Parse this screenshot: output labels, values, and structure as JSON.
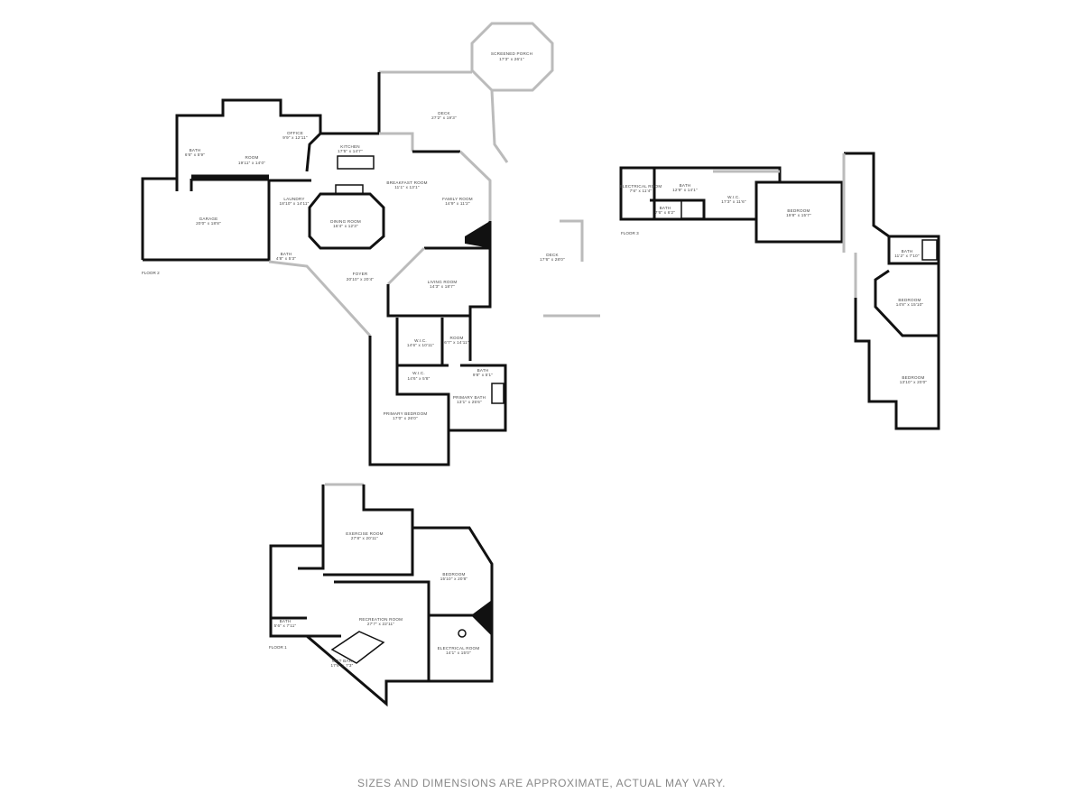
{
  "floor2": {
    "label": "FLOOR 2",
    "rooms": [
      {
        "name": "SCREENED PORCH",
        "dims": "17'3\" x 26'1\""
      },
      {
        "name": "DECK",
        "dims": "27'2\" x 19'3\""
      },
      {
        "name": "OFFICE",
        "dims": "9'9\" x 12'11\""
      },
      {
        "name": "KITCHEN",
        "dims": "17'5\" x 14'7\""
      },
      {
        "name": "ROOM",
        "dims": "19'11\" x 14'0\""
      },
      {
        "name": "BATH",
        "dims": "6'6\" x 5'9\""
      },
      {
        "name": "BREAKFAST ROOM",
        "dims": "11'1\" x 13'1\""
      },
      {
        "name": "FAMILY ROOM",
        "dims": "14'9\" x 11'2\""
      },
      {
        "name": "LAUNDRY",
        "dims": "18'10\" x 14'11\""
      },
      {
        "name": "GARAGE",
        "dims": "20'0\" x 18'8\""
      },
      {
        "name": "DINING ROOM",
        "dims": "16'4\" x 12'3\""
      },
      {
        "name": "BATH",
        "dims": "4'8\" x 5'3\""
      },
      {
        "name": "FOYER",
        "dims": "20'10\" x 20'4\""
      },
      {
        "name": "LIVING ROOM",
        "dims": "14'3\" x 18'7\""
      },
      {
        "name": "DECK",
        "dims": "17'6\" x 28'0\""
      },
      {
        "name": "W.I.C.",
        "dims": "14'6\" x 10'11\""
      },
      {
        "name": "ROOM",
        "dims": "6'7\" x 14'11\""
      },
      {
        "name": "W.I.C.",
        "dims": "14'6\" x 5'8\""
      },
      {
        "name": "BATH",
        "dims": "9'8\" x 5'1\""
      },
      {
        "name": "PRIMARY BATH",
        "dims": "13'1\" x 25'6\""
      },
      {
        "name": "PRIMARY BEDROOM",
        "dims": "17'0\" x 26'0\""
      }
    ]
  },
  "floor3": {
    "label": "FLOOR 3",
    "rooms": [
      {
        "name": "ELECTRICAL ROOM",
        "dims": "7'6\" x 11'4\""
      },
      {
        "name": "BATH",
        "dims": "12'9\" x 14'1\""
      },
      {
        "name": "W.I.C.",
        "dims": "17'3\" x 11'6\""
      },
      {
        "name": "BATH",
        "dims": "7'6\" x 6'2\""
      },
      {
        "name": "BEDROOM",
        "dims": "19'8\" x 15'7\""
      },
      {
        "name": "BATH",
        "dims": "11'2\" x 7'10\""
      },
      {
        "name": "BEDROOM",
        "dims": "14'8\" x 15'10\""
      },
      {
        "name": "BEDROOM",
        "dims": "13'10\" x 20'0\""
      }
    ]
  },
  "floor1": {
    "label": "FLOOR 1",
    "rooms": [
      {
        "name": "EXERCISE ROOM",
        "dims": "27'8\" x 20'11\""
      },
      {
        "name": "BEDROOM",
        "dims": "15'10\" x 20'8\""
      },
      {
        "name": "BATH",
        "dims": "5'6\" x 7'11\""
      },
      {
        "name": "RECREATION ROOM",
        "dims": "27'7\" x 22'11\""
      },
      {
        "name": "WET BAR",
        "dims": "17'6\" x 7'3\""
      },
      {
        "name": "ELECTRICAL ROOM",
        "dims": "14'1\" x 15'0\""
      }
    ]
  },
  "footer": "SIZES AND DIMENSIONS ARE APPROXIMATE, ACTUAL MAY VARY."
}
